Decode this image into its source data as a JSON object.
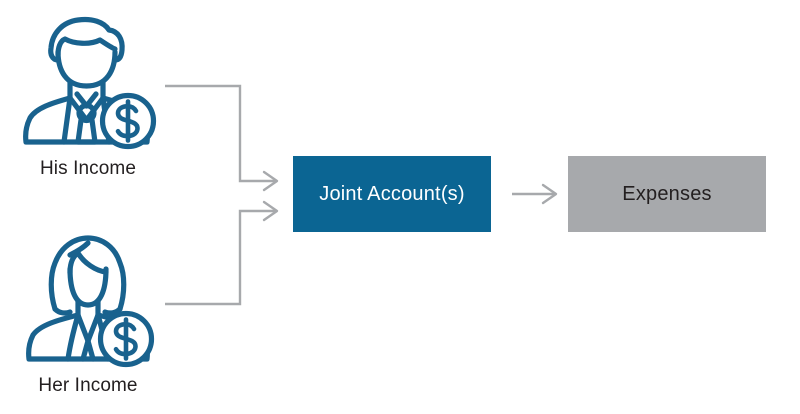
{
  "diagram": {
    "title": "Joint account cash flow diagram",
    "background_color": "#ffffff",
    "accent_blue": "#0b6593",
    "neutral_gray": "#a7a9ac",
    "connector_gray": "#a7a9ac",
    "text_dark": "#231f20",
    "text_light": "#ffffff"
  },
  "sources": [
    {
      "id": "his-income",
      "label": "His Income",
      "icon": "businessman-with-dollar-badge-icon",
      "badge": "dollar-sign-icon"
    },
    {
      "id": "her-income",
      "label": "Her Income",
      "icon": "businesswoman-with-dollar-badge-icon",
      "badge": "dollar-sign-icon"
    }
  ],
  "nodes": [
    {
      "id": "joint-account",
      "label": "Joint Account(s)",
      "fill": "#0b6593",
      "text_color": "#ffffff"
    },
    {
      "id": "expenses",
      "label": "Expenses",
      "fill": "#a7a9ac",
      "text_color": "#231f20"
    }
  ],
  "connectors": [
    {
      "id": "his-income-to-joint-account",
      "from": "his-income",
      "to": "joint-account",
      "style": "elbow-arrow",
      "arrowhead": "open-chevron"
    },
    {
      "id": "her-income-to-joint-account",
      "from": "her-income",
      "to": "joint-account",
      "style": "elbow-arrow",
      "arrowhead": "open-chevron"
    },
    {
      "id": "joint-account-to-expenses",
      "from": "joint-account",
      "to": "expenses",
      "style": "straight-arrow",
      "arrowhead": "open-chevron"
    }
  ]
}
